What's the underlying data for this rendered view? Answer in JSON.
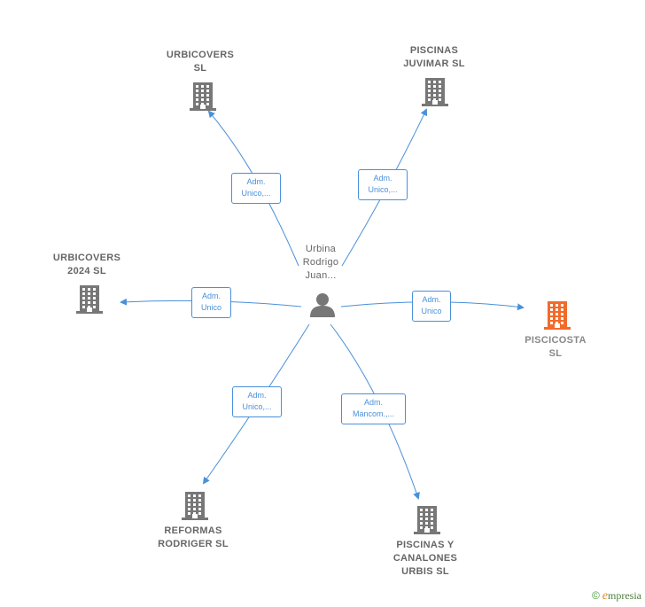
{
  "center": {
    "label": "Urbina\nRodrigo\nJuan...",
    "icon": "person-icon"
  },
  "companies": [
    {
      "id": "urbicovers",
      "label": "URBICOVERS\nSL",
      "icon": "building-icon",
      "color": "#777777"
    },
    {
      "id": "piscinas-juvimar",
      "label": "PISCINAS\nJUVIMAR  SL",
      "icon": "building-icon",
      "color": "#777777"
    },
    {
      "id": "urbicovers-2024",
      "label": "URBICOVERS\n2024  SL",
      "icon": "building-icon",
      "color": "#777777"
    },
    {
      "id": "piscicosta",
      "label": "PISCICOSTA\nSL",
      "icon": "building-icon",
      "color": "#f26b2b"
    },
    {
      "id": "reformas-rodriger",
      "label": "REFORMAS\nRODRIGER  SL",
      "icon": "building-icon",
      "color": "#777777"
    },
    {
      "id": "piscinas-canalones",
      "label": "PISCINAS Y\nCANALONES\nURBIS  SL",
      "icon": "building-icon",
      "color": "#777777"
    }
  ],
  "edges": [
    {
      "to": "urbicovers",
      "label": "Adm.\nUnico,..."
    },
    {
      "to": "piscinas-juvimar",
      "label": "Adm.\nUnico,..."
    },
    {
      "to": "urbicovers-2024",
      "label": "Adm.\nUnico"
    },
    {
      "to": "piscicosta",
      "label": "Adm.\nUnico"
    },
    {
      "to": "reformas-rodriger",
      "label": "Adm.\nUnico,..."
    },
    {
      "to": "piscinas-canalones",
      "label": "Adm.\nMancom.,..."
    }
  ],
  "colors": {
    "edge": "#4a90d9",
    "building": "#777777",
    "highlight": "#f26b2b",
    "person": "#777777"
  },
  "footer": {
    "copyright": "©",
    "brand_initial": "e",
    "brand_rest": "mpresia"
  }
}
